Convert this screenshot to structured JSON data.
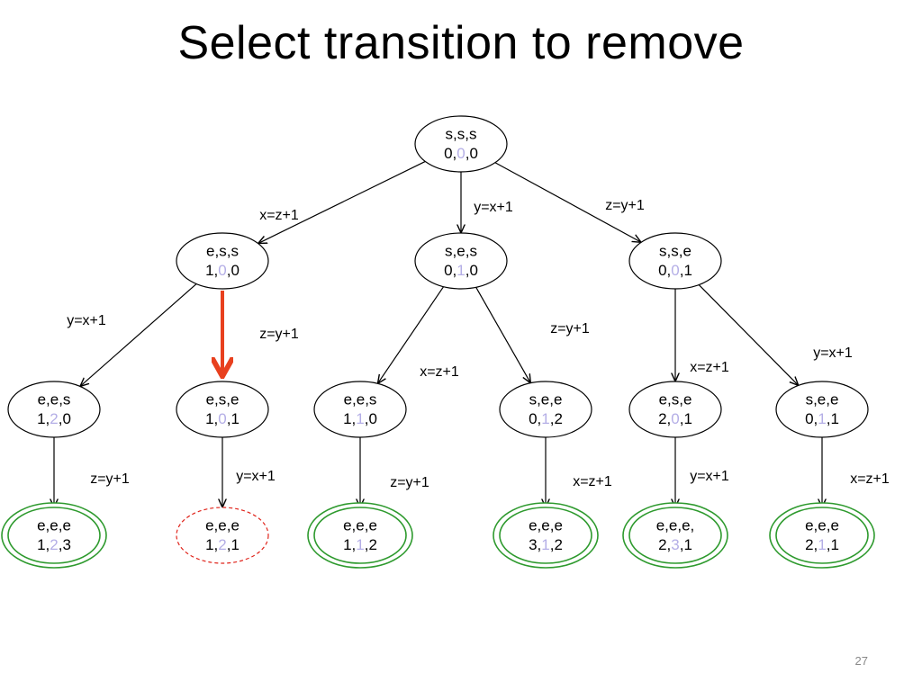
{
  "title": "Select transition to remove",
  "page_number": "27",
  "colors": {
    "highlight": "#b4aee6",
    "final_state": "#2e9a2e",
    "removed_state": "#e0241b",
    "selected_arrow": "#e8401e"
  },
  "nodes": [
    {
      "id": "root",
      "line1": "s,s,s",
      "vals": [
        "0",
        "0",
        "0"
      ],
      "style": "normal"
    },
    {
      "id": "n1",
      "line1": "e,s,s",
      "vals": [
        "1",
        "0",
        "0"
      ],
      "style": "normal"
    },
    {
      "id": "n2",
      "line1": "s,e,s",
      "vals": [
        "0",
        "1",
        "0"
      ],
      "style": "normal"
    },
    {
      "id": "n3",
      "line1": "s,s,e",
      "vals": [
        "0",
        "0",
        "1"
      ],
      "style": "normal"
    },
    {
      "id": "n4",
      "line1": "e,e,s",
      "vals": [
        "1",
        "2",
        "0"
      ],
      "style": "normal"
    },
    {
      "id": "n5",
      "line1": "e,s,e",
      "vals": [
        "1",
        "0",
        "1"
      ],
      "style": "normal"
    },
    {
      "id": "n6",
      "line1": "e,e,s",
      "vals": [
        "1",
        "1",
        "0"
      ],
      "style": "normal"
    },
    {
      "id": "n7",
      "line1": "s,e,e",
      "vals": [
        "0",
        "1",
        "2"
      ],
      "style": "normal"
    },
    {
      "id": "n8",
      "line1": "e,s,e",
      "vals": [
        "2",
        "0",
        "1"
      ],
      "style": "normal"
    },
    {
      "id": "n9",
      "line1": "s,e,e",
      "vals": [
        "0",
        "1",
        "1"
      ],
      "style": "normal"
    },
    {
      "id": "f1",
      "line1": "e,e,e",
      "vals": [
        "1",
        "2",
        "3"
      ],
      "style": "final"
    },
    {
      "id": "f2",
      "line1": "e,e,e",
      "vals": [
        "1",
        "2",
        "1"
      ],
      "style": "removed"
    },
    {
      "id": "f3",
      "line1": "e,e,e",
      "vals": [
        "1",
        "1",
        "2"
      ],
      "style": "final"
    },
    {
      "id": "f4",
      "line1": "e,e,e",
      "vals": [
        "3",
        "1",
        "2"
      ],
      "style": "final"
    },
    {
      "id": "f5",
      "line1": "e,e,e,",
      "vals": [
        "2",
        "3",
        "1"
      ],
      "style": "final"
    },
    {
      "id": "f6",
      "line1": "e,e,e",
      "vals": [
        "2",
        "1",
        "1"
      ],
      "style": "final"
    }
  ],
  "edges": [
    {
      "from": "root",
      "to": "n1",
      "label": "x=z+1"
    },
    {
      "from": "root",
      "to": "n2",
      "label": "y=x+1"
    },
    {
      "from": "root",
      "to": "n3",
      "label": "z=y+1"
    },
    {
      "from": "n1",
      "to": "n4",
      "label": "y=x+1"
    },
    {
      "from": "n1",
      "to": "n5",
      "label": "z=y+1",
      "selected": true
    },
    {
      "from": "n2",
      "to": "n6",
      "label": "x=z+1"
    },
    {
      "from": "n2",
      "to": "n7",
      "label": "z=y+1"
    },
    {
      "from": "n3",
      "to": "n8",
      "label": "x=z+1"
    },
    {
      "from": "n3",
      "to": "n9",
      "label": "y=x+1"
    },
    {
      "from": "n4",
      "to": "f1",
      "label": "z=y+1"
    },
    {
      "from": "n5",
      "to": "f2",
      "label": "y=x+1"
    },
    {
      "from": "n6",
      "to": "f3",
      "label": "z=y+1"
    },
    {
      "from": "n7",
      "to": "f4",
      "label": "x=z+1"
    },
    {
      "from": "n8",
      "to": "f5",
      "label": "y=x+1"
    },
    {
      "from": "n9",
      "to": "f6",
      "label": "x=z+1"
    }
  ]
}
